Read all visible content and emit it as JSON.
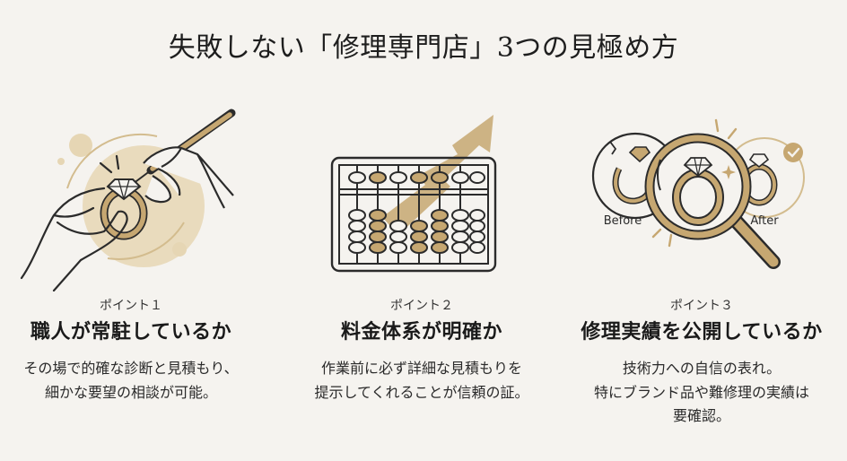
{
  "title": "失敗しない「修理専門店」3つの見極め方",
  "colors": {
    "background": "#F5F3EF",
    "gold": "#C6A771",
    "gold_light": "#E6D6B4",
    "outline": "#2B2B2B"
  },
  "points": [
    {
      "label": "ポイント１",
      "heading": "職人が常駐しているか",
      "body": [
        "その場で的確な診断と見積もり、",
        "細かな要望の相談が可能。"
      ],
      "icon": "hands-repairing-ring-icon"
    },
    {
      "label": "ポイント２",
      "heading": "料金体系が明確か",
      "body": [
        "作業前に必ず詳細な見積もりを",
        "提示してくれることが信頼の証。"
      ],
      "icon": "abacus-with-rising-arrow-icon"
    },
    {
      "label": "ポイント３",
      "heading": "修理実績を公開しているか",
      "body": [
        "技術力への自信の表れ。",
        "特にブランド品や難修理の実績は",
        "要確認。"
      ],
      "icon": "magnifier-before-after-ring-icon",
      "before_label": "Before",
      "after_label": "After"
    }
  ]
}
